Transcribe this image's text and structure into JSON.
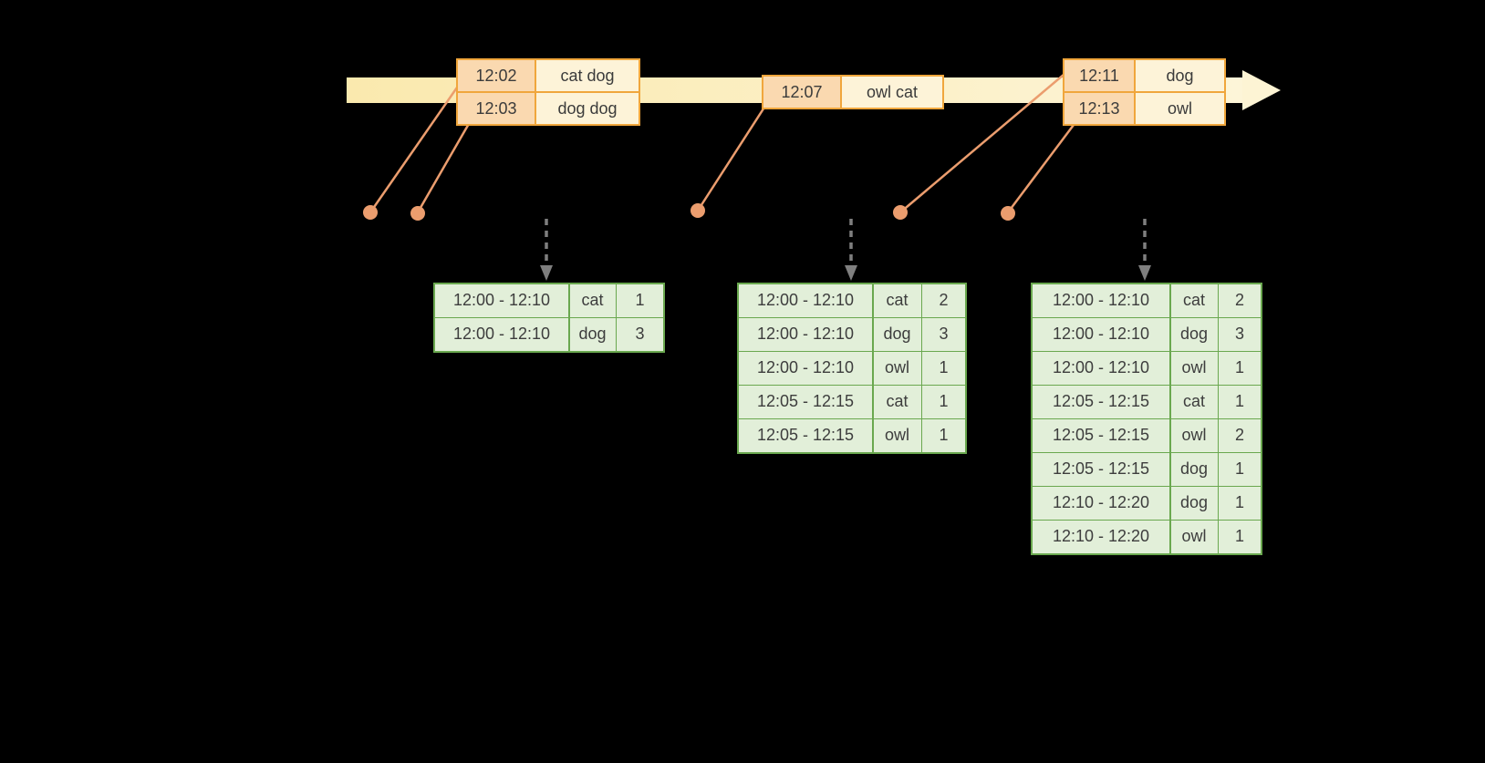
{
  "colors": {
    "background": "#000000",
    "timeline_fill": "#fdf1c6",
    "event_table_border": "#f0a63c",
    "event_time_cell_fill": "#fad9b0",
    "event_words_cell_fill": "#fdf3d8",
    "result_table_border": "#6aa84f",
    "result_cell_fill": "#e2efd9",
    "connector_dot": "#eb9d6e",
    "trigger_arrow": "#7f7f7f"
  },
  "timeline": {
    "event_tables": [
      {
        "rows": [
          {
            "time": "12:02",
            "words": "cat dog"
          },
          {
            "time": "12:03",
            "words": "dog dog"
          }
        ]
      },
      {
        "rows": [
          {
            "time": "12:07",
            "words": "owl cat"
          }
        ]
      },
      {
        "rows": [
          {
            "time": "12:11",
            "words": "dog"
          },
          {
            "time": "12:13",
            "words": "owl"
          }
        ]
      }
    ]
  },
  "results": [
    {
      "rows": [
        {
          "window": "12:00 - 12:10",
          "word": "cat",
          "count": "1"
        },
        {
          "window": "12:00 - 12:10",
          "word": "dog",
          "count": "3"
        }
      ]
    },
    {
      "rows": [
        {
          "window": "12:00 - 12:10",
          "word": "cat",
          "count": "2"
        },
        {
          "window": "12:00 - 12:10",
          "word": "dog",
          "count": "3"
        },
        {
          "window": "12:00 - 12:10",
          "word": "owl",
          "count": "1"
        },
        {
          "window": "12:05 - 12:15",
          "word": "cat",
          "count": "1"
        },
        {
          "window": "12:05 - 12:15",
          "word": "owl",
          "count": "1"
        }
      ]
    },
    {
      "rows": [
        {
          "window": "12:00 - 12:10",
          "word": "cat",
          "count": "2"
        },
        {
          "window": "12:00 - 12:10",
          "word": "dog",
          "count": "3"
        },
        {
          "window": "12:00 - 12:10",
          "word": "owl",
          "count": "1"
        },
        {
          "window": "12:05 - 12:15",
          "word": "cat",
          "count": "1"
        },
        {
          "window": "12:05 - 12:15",
          "word": "owl",
          "count": "2"
        },
        {
          "window": "12:05 - 12:15",
          "word": "dog",
          "count": "1"
        },
        {
          "window": "12:10 - 12:20",
          "word": "dog",
          "count": "1"
        },
        {
          "window": "12:10 - 12:20",
          "word": "owl",
          "count": "1"
        }
      ]
    }
  ]
}
